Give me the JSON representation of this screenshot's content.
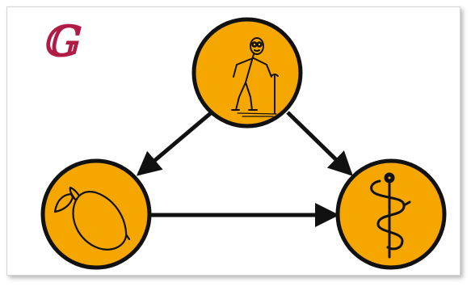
{
  "diagram": {
    "graph_symbol": "𝔾",
    "accent_color": "#b01c46",
    "node_fill": "#f5a700",
    "stroke_color": "#111111",
    "nodes": [
      {
        "id": "elderly-person",
        "icon": "elderly-person-icon"
      },
      {
        "id": "lemon",
        "icon": "lemon-icon"
      },
      {
        "id": "medicine",
        "icon": "caduceus-icon"
      }
    ],
    "edges": [
      {
        "from": "elderly-person",
        "to": "lemon"
      },
      {
        "from": "elderly-person",
        "to": "medicine"
      },
      {
        "from": "lemon",
        "to": "medicine"
      }
    ]
  }
}
